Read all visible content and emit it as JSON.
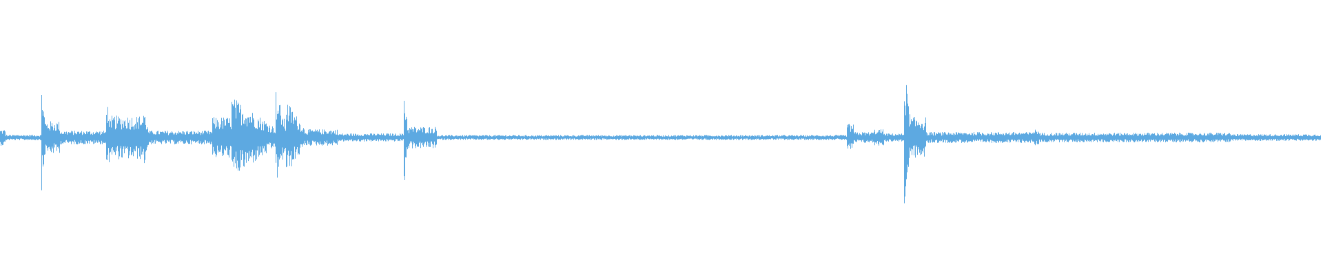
{
  "waveform": {
    "color": "#5DA9E1",
    "background": "#ffffff",
    "baseline_amplitude": 0.025,
    "segments": [
      {
        "start": 0.0,
        "end": 0.004,
        "amp": 0.06
      },
      {
        "start": 0.004,
        "end": 0.031,
        "amp": 0.02
      },
      {
        "start": 0.031,
        "end": 0.034,
        "amp": 0.45
      },
      {
        "start": 0.034,
        "end": 0.045,
        "amp": 0.12
      },
      {
        "start": 0.045,
        "end": 0.08,
        "amp": 0.05
      },
      {
        "start": 0.08,
        "end": 0.084,
        "amp": 0.32
      },
      {
        "start": 0.084,
        "end": 0.108,
        "amp": 0.16
      },
      {
        "start": 0.108,
        "end": 0.112,
        "amp": 0.24
      },
      {
        "start": 0.112,
        "end": 0.16,
        "amp": 0.05
      },
      {
        "start": 0.16,
        "end": 0.175,
        "amp": 0.15
      },
      {
        "start": 0.175,
        "end": 0.208,
        "amp": 0.3
      },
      {
        "start": 0.208,
        "end": 0.216,
        "amp": 0.36
      },
      {
        "start": 0.216,
        "end": 0.23,
        "amp": 0.28
      },
      {
        "start": 0.23,
        "end": 0.255,
        "amp": 0.06
      },
      {
        "start": 0.255,
        "end": 0.305,
        "amp": 0.03
      },
      {
        "start": 0.305,
        "end": 0.308,
        "amp": 0.4
      },
      {
        "start": 0.308,
        "end": 0.33,
        "amp": 0.08
      },
      {
        "start": 0.33,
        "end": 0.64,
        "amp": 0.018
      },
      {
        "start": 0.64,
        "end": 0.645,
        "amp": 0.1
      },
      {
        "start": 0.645,
        "end": 0.66,
        "amp": 0.04
      },
      {
        "start": 0.66,
        "end": 0.668,
        "amp": 0.06
      },
      {
        "start": 0.668,
        "end": 0.683,
        "amp": 0.03
      },
      {
        "start": 0.683,
        "end": 0.688,
        "amp": 0.55
      },
      {
        "start": 0.688,
        "end": 0.7,
        "amp": 0.15
      },
      {
        "start": 0.7,
        "end": 0.78,
        "amp": 0.04
      },
      {
        "start": 0.78,
        "end": 0.785,
        "amp": 0.06
      },
      {
        "start": 0.785,
        "end": 0.93,
        "amp": 0.035
      },
      {
        "start": 0.93,
        "end": 0.998,
        "amp": 0.025
      }
    ]
  }
}
